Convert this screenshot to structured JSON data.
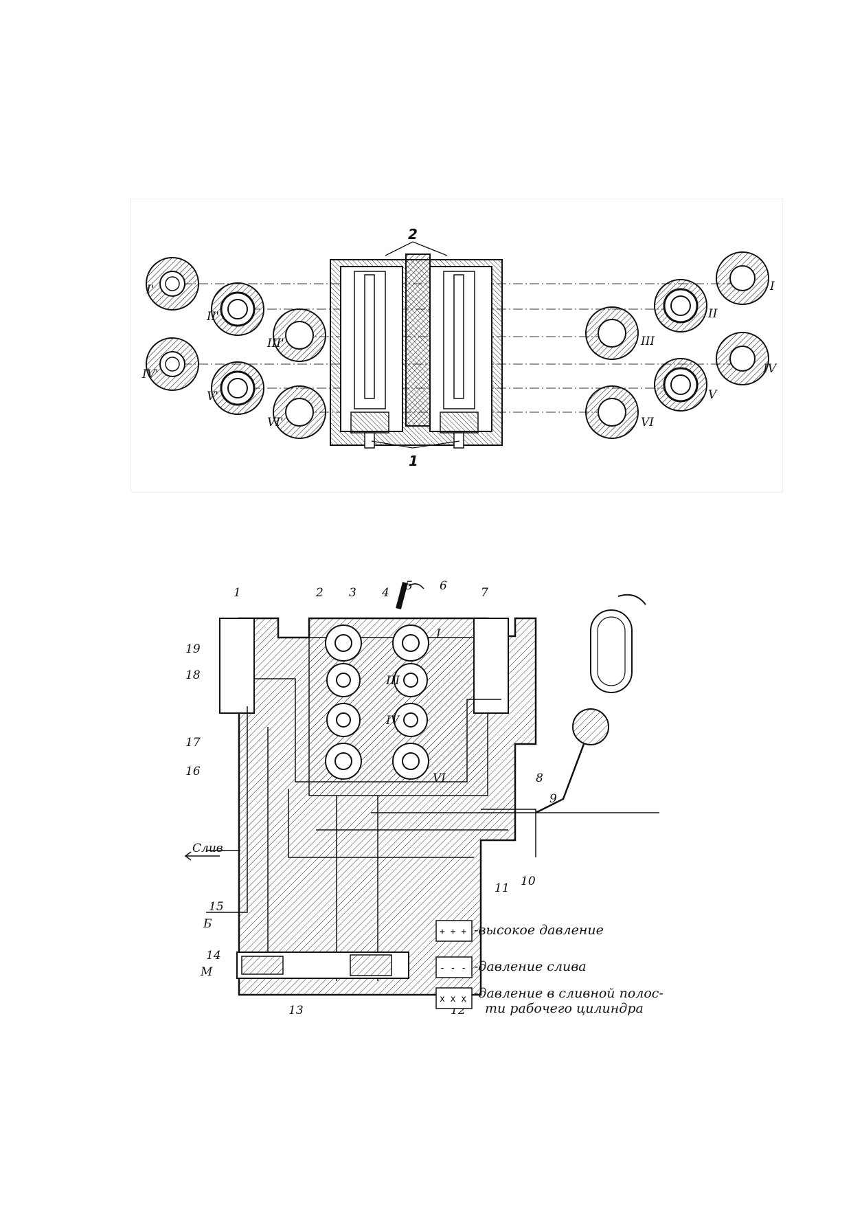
{
  "figure_top": {
    "callouts": [
      "2",
      "1"
    ],
    "roman_left": [
      "I'",
      "II'",
      "III'",
      "IV'",
      "V'",
      "VI'"
    ],
    "roman_right": [
      "I",
      "II",
      "III",
      "IV",
      "V",
      "VI"
    ]
  },
  "figure_bottom": {
    "numbers": [
      "1",
      "2",
      "3",
      "4",
      "5",
      "6",
      "7",
      "8",
      "9",
      "10",
      "11",
      "12",
      "13",
      "14",
      "15",
      "16",
      "17",
      "18",
      "19"
    ],
    "roman": [
      "I",
      "III",
      "IV",
      "VI"
    ],
    "port_drain": "Слив",
    "port_b": "Б",
    "port_m": "М",
    "legend": [
      {
        "symbol": "+ + +",
        "text": "-высокое давление"
      },
      {
        "symbol": "- - -",
        "text": "-давление слива"
      },
      {
        "symbol": "x x x",
        "text": "-давление в сливной полос-"
      },
      {
        "symbol": "",
        "text": "ти рабочего цилиндра"
      }
    ]
  }
}
